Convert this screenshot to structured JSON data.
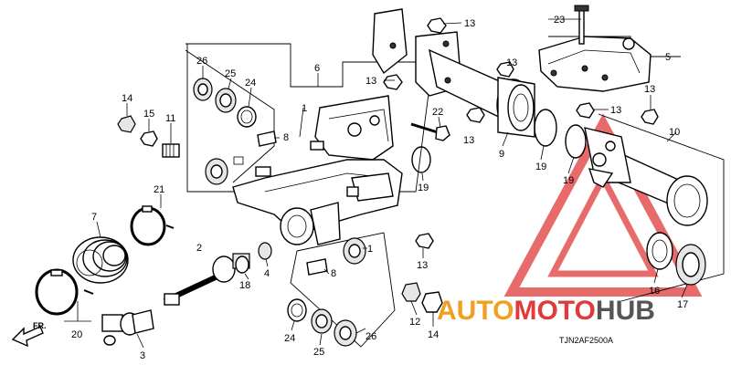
{
  "callouts": {
    "c1a": "1",
    "c1b": "1",
    "c2": "2",
    "c3": "3",
    "c4": "4",
    "c5": "5",
    "c6": "6",
    "c7": "7",
    "c8a": "8",
    "c8b": "8",
    "c9": "9",
    "c10": "10",
    "c11": "11",
    "c12": "12",
    "c13a": "13",
    "c13b": "13",
    "c13c": "13",
    "c13d": "13",
    "c13e": "13",
    "c13f": "13",
    "c13g": "13",
    "c14a": "14",
    "c14b": "14",
    "c15": "15",
    "c16": "16",
    "c17": "17",
    "c18": "18",
    "c19a": "19",
    "c19b": "19",
    "c19c": "19",
    "c20": "20",
    "c21": "21",
    "c22": "22",
    "c23": "23",
    "c24a": "24",
    "c24b": "24",
    "c25a": "25",
    "c25b": "25",
    "c26a": "26",
    "c26b": "26"
  },
  "direction_label": "FR.",
  "diagram_code": "TJN2AF2500A",
  "watermark": {
    "auto": "AUTO",
    "moto": "MOTO",
    "hub": "HUB",
    "colors": {
      "auto": "#f0a020",
      "moto": "#e03a3a",
      "hub": "#555555"
    }
  }
}
